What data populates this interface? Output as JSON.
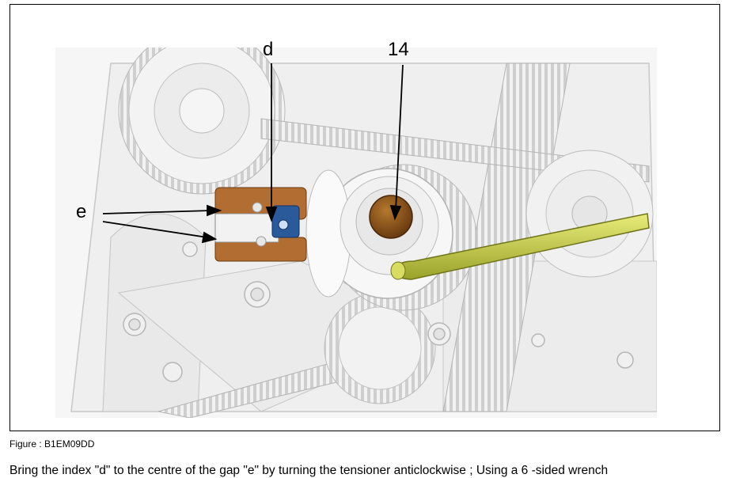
{
  "figure": {
    "callouts": {
      "d": "d",
      "n14": "14",
      "e": "e"
    }
  },
  "caption": "Figure : B1EM09DD",
  "instruction": "Bring the index \"d\" to the centre of the gap \"e\" by turning the tensioner anticlockwise ; Using a 6 -sided wrench"
}
